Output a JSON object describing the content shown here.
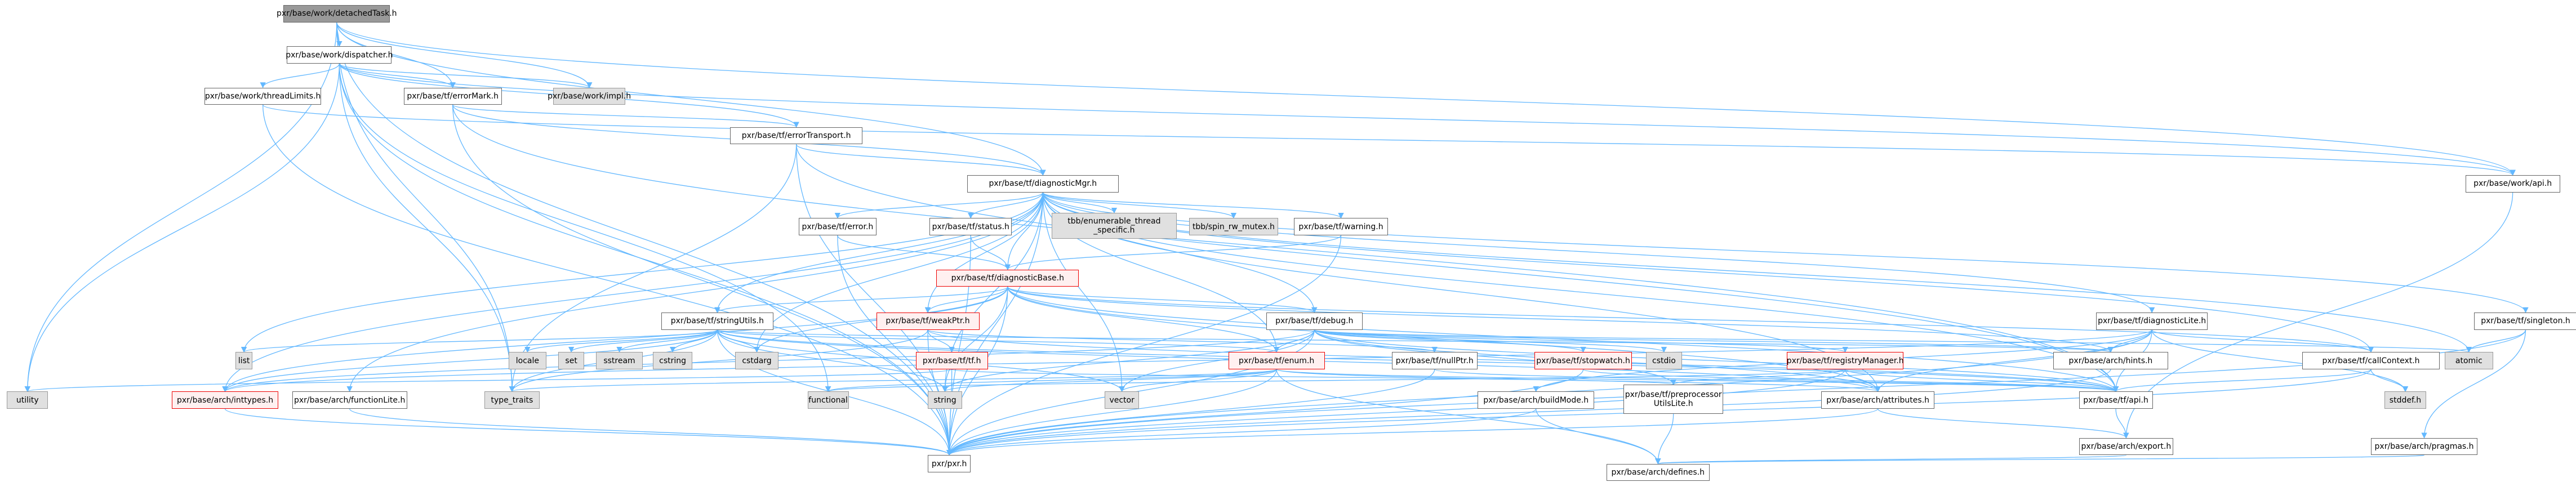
{
  "graph": {
    "title": "pxr/base/work/detachedTask.h include dependency graph",
    "colors": {
      "edge": "#63b8ff",
      "root_fill": "#999999",
      "system_fill": "#e0e0e0",
      "warning_border": "#ff0000",
      "warning_fill": "#fff0f0"
    },
    "nodes": [
      {
        "id": "detachedTask",
        "label": "pxr/base/work/detachedTask.h",
        "kind": "root"
      },
      {
        "id": "dispatcher",
        "label": "pxr/base/work/dispatcher.h",
        "kind": "normal"
      },
      {
        "id": "threadLimits",
        "label": "pxr/base/work/threadLimits.h",
        "kind": "normal"
      },
      {
        "id": "errorMark",
        "label": "pxr/base/tf/errorMark.h",
        "kind": "normal"
      },
      {
        "id": "workImpl",
        "label": "pxr/base/work/impl.h",
        "kind": "system"
      },
      {
        "id": "errorTransport",
        "label": "pxr/base/tf/errorTransport.h",
        "kind": "normal"
      },
      {
        "id": "workApi",
        "label": "pxr/base/work/api.h",
        "kind": "normal"
      },
      {
        "id": "diagnosticMgr",
        "label": "pxr/base/tf/diagnosticMgr.h",
        "kind": "normal"
      },
      {
        "id": "error",
        "label": "pxr/base/tf/error.h",
        "kind": "normal"
      },
      {
        "id": "status",
        "label": "pxr/base/tf/status.h",
        "kind": "normal"
      },
      {
        "id": "tbbEnum",
        "label": "tbb/enumerable_thread\n_specific.h",
        "kind": "system"
      },
      {
        "id": "tbbSpin",
        "label": "tbb/spin_rw_mutex.h",
        "kind": "system"
      },
      {
        "id": "warning",
        "label": "pxr/base/tf/warning.h",
        "kind": "normal"
      },
      {
        "id": "diagnosticBase",
        "label": "pxr/base/tf/diagnosticBase.h",
        "kind": "warning"
      },
      {
        "id": "stringUtils",
        "label": "pxr/base/tf/stringUtils.h",
        "kind": "normal"
      },
      {
        "id": "weakPtr",
        "label": "pxr/base/tf/weakPtr.h",
        "kind": "warning"
      },
      {
        "id": "debug",
        "label": "pxr/base/tf/debug.h",
        "kind": "normal"
      },
      {
        "id": "diagnosticLite",
        "label": "pxr/base/tf/diagnosticLite.h",
        "kind": "normal"
      },
      {
        "id": "singleton",
        "label": "pxr/base/tf/singleton.h",
        "kind": "normal"
      },
      {
        "id": "list",
        "label": "list",
        "kind": "system"
      },
      {
        "id": "locale",
        "label": "locale",
        "kind": "system"
      },
      {
        "id": "set",
        "label": "set",
        "kind": "system"
      },
      {
        "id": "sstream",
        "label": "sstream",
        "kind": "system"
      },
      {
        "id": "cstring",
        "label": "cstring",
        "kind": "system"
      },
      {
        "id": "cstdarg",
        "label": "cstdarg",
        "kind": "system"
      },
      {
        "id": "tf",
        "label": "pxr/base/tf/tf.h",
        "kind": "warning"
      },
      {
        "id": "enum",
        "label": "pxr/base/tf/enum.h",
        "kind": "warning"
      },
      {
        "id": "nullPtr",
        "label": "pxr/base/tf/nullPtr.h",
        "kind": "normal"
      },
      {
        "id": "stopwatch",
        "label": "pxr/base/tf/stopwatch.h",
        "kind": "warning"
      },
      {
        "id": "cstdio",
        "label": "cstdio",
        "kind": "system"
      },
      {
        "id": "registryManager",
        "label": "pxr/base/tf/registryManager.h",
        "kind": "warning"
      },
      {
        "id": "hints",
        "label": "pxr/base/arch/hints.h",
        "kind": "normal"
      },
      {
        "id": "callContext",
        "label": "pxr/base/tf/callContext.h",
        "kind": "normal"
      },
      {
        "id": "atomic",
        "label": "atomic",
        "kind": "system"
      },
      {
        "id": "utility",
        "label": "utility",
        "kind": "system"
      },
      {
        "id": "inttypes",
        "label": "pxr/base/arch/inttypes.h",
        "kind": "warning"
      },
      {
        "id": "functionLite",
        "label": "pxr/base/arch/functionLite.h",
        "kind": "normal"
      },
      {
        "id": "typeTraits",
        "label": "type_traits",
        "kind": "system"
      },
      {
        "id": "functional",
        "label": "functional",
        "kind": "system"
      },
      {
        "id": "string",
        "label": "string",
        "kind": "system"
      },
      {
        "id": "vector",
        "label": "vector",
        "kind": "system"
      },
      {
        "id": "buildMode",
        "label": "pxr/base/arch/buildMode.h",
        "kind": "normal"
      },
      {
        "id": "ppUtilsLite",
        "label": "pxr/base/tf/preprocessor\nUtilsLite.h",
        "kind": "normal"
      },
      {
        "id": "attributes",
        "label": "pxr/base/arch/attributes.h",
        "kind": "normal"
      },
      {
        "id": "tfApi",
        "label": "pxr/base/tf/api.h",
        "kind": "normal"
      },
      {
        "id": "stddef",
        "label": "stddef.h",
        "kind": "system"
      },
      {
        "id": "pxr",
        "label": "pxr/pxr.h",
        "kind": "normal"
      },
      {
        "id": "export",
        "label": "pxr/base/arch/export.h",
        "kind": "normal"
      },
      {
        "id": "pragmas",
        "label": "pxr/base/arch/pragmas.h",
        "kind": "normal"
      },
      {
        "id": "defines",
        "label": "pxr/base/arch/defines.h",
        "kind": "normal"
      }
    ],
    "edges": [
      [
        "detachedTask",
        "dispatcher"
      ],
      [
        "detachedTask",
        "errorMark"
      ],
      [
        "detachedTask",
        "workImpl"
      ],
      [
        "detachedTask",
        "workApi"
      ],
      [
        "detachedTask",
        "utility"
      ],
      [
        "detachedTask",
        "pxr"
      ],
      [
        "detachedTask",
        "typeTraits"
      ],
      [
        "detachedTask",
        "diagnosticMgr"
      ],
      [
        "dispatcher",
        "threadLimits"
      ],
      [
        "dispatcher",
        "errorMark"
      ],
      [
        "dispatcher",
        "workImpl"
      ],
      [
        "dispatcher",
        "errorTransport"
      ],
      [
        "dispatcher",
        "workApi"
      ],
      [
        "dispatcher",
        "utility"
      ],
      [
        "dispatcher",
        "pxr"
      ],
      [
        "dispatcher",
        "functional"
      ],
      [
        "dispatcher",
        "typeTraits"
      ],
      [
        "threadLimits",
        "workApi"
      ],
      [
        "threadLimits",
        "pxr"
      ],
      [
        "errorMark",
        "diagnosticMgr"
      ],
      [
        "errorMark",
        "errorTransport"
      ],
      [
        "errorMark",
        "tfApi"
      ],
      [
        "errorMark",
        "pxr"
      ],
      [
        "errorTransport",
        "diagnosticMgr"
      ],
      [
        "errorTransport",
        "tfApi"
      ],
      [
        "errorTransport",
        "pxr"
      ],
      [
        "errorTransport",
        "typeTraits"
      ],
      [
        "workApi",
        "export"
      ],
      [
        "diagnosticMgr",
        "error"
      ],
      [
        "diagnosticMgr",
        "status"
      ],
      [
        "diagnosticMgr",
        "tbbEnum"
      ],
      [
        "diagnosticMgr",
        "tbbSpin"
      ],
      [
        "diagnosticMgr",
        "warning"
      ],
      [
        "diagnosticMgr",
        "diagnosticBase"
      ],
      [
        "diagnosticMgr",
        "stringUtils"
      ],
      [
        "diagnosticMgr",
        "weakPtr"
      ],
      [
        "diagnosticMgr",
        "debug"
      ],
      [
        "diagnosticMgr",
        "diagnosticLite"
      ],
      [
        "diagnosticMgr",
        "singleton"
      ],
      [
        "diagnosticMgr",
        "list"
      ],
      [
        "diagnosticMgr",
        "cstdarg"
      ],
      [
        "diagnosticMgr",
        "enum"
      ],
      [
        "diagnosticMgr",
        "callContext"
      ],
      [
        "diagnosticMgr",
        "atomic"
      ],
      [
        "diagnosticMgr",
        "inttypes"
      ],
      [
        "diagnosticMgr",
        "string"
      ],
      [
        "diagnosticMgr",
        "vector"
      ],
      [
        "diagnosticMgr",
        "attributes"
      ],
      [
        "diagnosticMgr",
        "tfApi"
      ],
      [
        "diagnosticMgr",
        "pxr"
      ],
      [
        "diagnosticMgr",
        "functionLite"
      ],
      [
        "error",
        "diagnosticBase"
      ],
      [
        "error",
        "pxr"
      ],
      [
        "status",
        "diagnosticBase"
      ],
      [
        "status",
        "pxr"
      ],
      [
        "warning",
        "diagnosticBase"
      ],
      [
        "warning",
        "pxr"
      ],
      [
        "diagnosticBase",
        "stringUtils"
      ],
      [
        "diagnosticBase",
        "weakPtr"
      ],
      [
        "diagnosticBase",
        "debug"
      ],
      [
        "diagnosticBase",
        "cstdarg"
      ],
      [
        "diagnosticBase",
        "enum"
      ],
      [
        "diagnosticBase",
        "callContext"
      ],
      [
        "diagnosticBase",
        "string"
      ],
      [
        "diagnosticBase",
        "attributes"
      ],
      [
        "diagnosticBase",
        "tfApi"
      ],
      [
        "diagnosticBase",
        "pxr"
      ],
      [
        "diagnosticBase",
        "hints"
      ],
      [
        "diagnosticBase",
        "inttypes"
      ],
      [
        "stringUtils",
        "list"
      ],
      [
        "stringUtils",
        "locale"
      ],
      [
        "stringUtils",
        "set"
      ],
      [
        "stringUtils",
        "sstream"
      ],
      [
        "stringUtils",
        "cstring"
      ],
      [
        "stringUtils",
        "cstdarg"
      ],
      [
        "stringUtils",
        "string"
      ],
      [
        "stringUtils",
        "vector"
      ],
      [
        "stringUtils",
        "typeTraits"
      ],
      [
        "stringUtils",
        "inttypes"
      ],
      [
        "stringUtils",
        "attributes"
      ],
      [
        "stringUtils",
        "tfApi"
      ],
      [
        "stringUtils",
        "pxr"
      ],
      [
        "stringUtils",
        "enum"
      ],
      [
        "stringUtils",
        "hints"
      ],
      [
        "weakPtr",
        "tf"
      ],
      [
        "weakPtr",
        "nullPtr"
      ],
      [
        "weakPtr",
        "typeTraits"
      ],
      [
        "weakPtr",
        "pxr"
      ],
      [
        "weakPtr",
        "tfApi"
      ],
      [
        "tf",
        "utility"
      ],
      [
        "tf",
        "pxr"
      ],
      [
        "tf",
        "ppUtilsLite"
      ],
      [
        "enum",
        "string"
      ],
      [
        "enum",
        "vector"
      ],
      [
        "enum",
        "typeTraits"
      ],
      [
        "enum",
        "functional"
      ],
      [
        "enum",
        "pxr"
      ],
      [
        "enum",
        "tfApi"
      ],
      [
        "enum",
        "defines"
      ],
      [
        "enum",
        "attributes"
      ],
      [
        "nullPtr",
        "pxr"
      ],
      [
        "nullPtr",
        "tfApi"
      ],
      [
        "debug",
        "enum"
      ],
      [
        "debug",
        "stopwatch"
      ],
      [
        "debug",
        "cstdio"
      ],
      [
        "debug",
        "registryManager"
      ],
      [
        "debug",
        "ppUtilsLite"
      ],
      [
        "debug",
        "attributes"
      ],
      [
        "debug",
        "tfApi"
      ],
      [
        "debug",
        "pxr"
      ],
      [
        "debug",
        "atomic"
      ],
      [
        "debug",
        "string"
      ],
      [
        "debug",
        "vector"
      ],
      [
        "debug",
        "hints"
      ],
      [
        "debug",
        "inttypes"
      ],
      [
        "stopwatch",
        "pxr"
      ],
      [
        "stopwatch",
        "tfApi"
      ],
      [
        "registryManager",
        "ppUtilsLite"
      ],
      [
        "registryManager",
        "attributes"
      ],
      [
        "registryManager",
        "tfApi"
      ],
      [
        "registryManager",
        "pxr"
      ],
      [
        "registryManager",
        "functional"
      ],
      [
        "diagnosticLite",
        "hints"
      ],
      [
        "diagnosticLite",
        "callContext"
      ],
      [
        "diagnosticLite",
        "tfApi"
      ],
      [
        "diagnosticLite",
        "stddef"
      ],
      [
        "diagnosticLite",
        "attributes"
      ],
      [
        "diagnosticLite",
        "pxr"
      ],
      [
        "diagnosticLite",
        "buildMode"
      ],
      [
        "diagnosticLite",
        "inttypes"
      ],
      [
        "callContext",
        "tfApi"
      ],
      [
        "callContext",
        "stddef"
      ],
      [
        "callContext",
        "pxr"
      ],
      [
        "singleton",
        "atomic"
      ],
      [
        "singleton",
        "pxr"
      ],
      [
        "singleton",
        "pragmas"
      ],
      [
        "hints",
        "pxr"
      ],
      [
        "inttypes",
        "pxr"
      ],
      [
        "functionLite",
        "pxr"
      ],
      [
        "buildMode",
        "defines"
      ],
      [
        "buildMode",
        "pxr"
      ],
      [
        "ppUtilsLite",
        "defines"
      ],
      [
        "attributes",
        "export"
      ],
      [
        "attributes",
        "pxr"
      ],
      [
        "tfApi",
        "export"
      ],
      [
        "export",
        "defines"
      ],
      [
        "pragmas",
        "defines"
      ]
    ]
  }
}
